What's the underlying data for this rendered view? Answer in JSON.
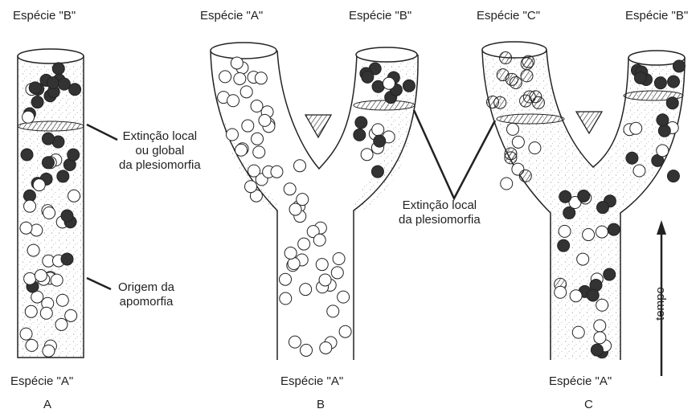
{
  "panels": [
    {
      "letter": "A",
      "top_label": "Espécie \"B\"",
      "bottom_label": "Espécie \"A\""
    },
    {
      "letter": "B",
      "top_left_label": "Espécie \"A\"",
      "top_right_label": "Espécie \"B\"",
      "bottom_label": "Espécie \"A\""
    },
    {
      "letter": "C",
      "top_left_label": "Espécie \"C\"",
      "top_right_label": "Espécie \"B\"",
      "bottom_label": "Espécie \"A\""
    }
  ],
  "annotations": {
    "extinction_local_or_global": [
      "Extinção local",
      "ou global",
      "da plesiomorfia"
    ],
    "origin_apomorphy": [
      "Origem da",
      "apomorfia"
    ],
    "extinction_local": [
      "Extinção local",
      "da plesiomorfia"
    ]
  },
  "time_axis": {
    "label": "tempo"
  },
  "colors": {
    "ink": "#222222",
    "apomorphy_fill": "#333333",
    "plesiomorphy_fill": "#ffffff",
    "tube_stipple": "#9a9a9a"
  }
}
